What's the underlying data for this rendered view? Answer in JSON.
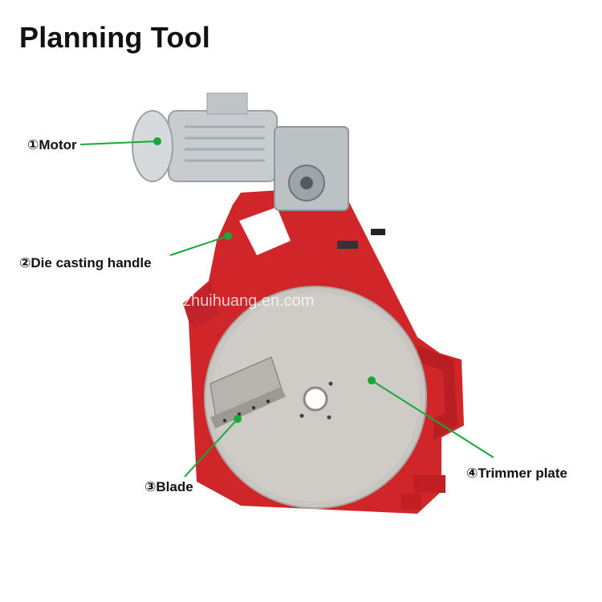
{
  "title": "Planning Tool",
  "watermark": "zhuihuang.en.com",
  "labels": {
    "motor": "①Motor",
    "handle": "②Die casting handle",
    "blade": "③Blade",
    "trimmer_plate": "④Trimmer plate"
  },
  "colors": {
    "frame_red": "#d0262a",
    "leader_green": "#18a83a",
    "plate_gray": "#c9c6c2",
    "motor_gray": "#c8cccf"
  }
}
